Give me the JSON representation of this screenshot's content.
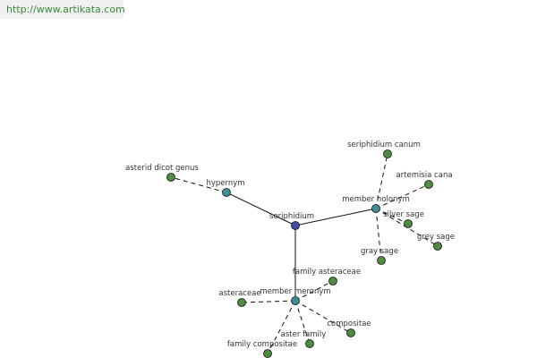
{
  "header": {
    "url": "http://www.artikata.com"
  },
  "colors": {
    "root": "#3c4fa0",
    "relation": "#3f8f96",
    "leaf": "#4f8c3f"
  },
  "graph": {
    "nodes": [
      {
        "id": "root",
        "label": "seriphidium",
        "kind": "root"
      },
      {
        "id": "hypernym",
        "label": "hypernym",
        "kind": "relation"
      },
      {
        "id": "holonym",
        "label": "member holonym",
        "kind": "relation"
      },
      {
        "id": "meronym",
        "label": "member meronym",
        "kind": "relation"
      },
      {
        "id": "asterid",
        "label": "asterid dicot genus",
        "kind": "leaf"
      },
      {
        "id": "canum",
        "label": "seriphidium canum",
        "kind": "leaf"
      },
      {
        "id": "cana",
        "label": "artemisia cana",
        "kind": "leaf"
      },
      {
        "id": "silver",
        "label": "silver sage",
        "kind": "leaf"
      },
      {
        "id": "grey",
        "label": "grey sage",
        "kind": "leaf"
      },
      {
        "id": "gray",
        "label": "gray sage",
        "kind": "leaf"
      },
      {
        "id": "famast",
        "label": "family asteraceae",
        "kind": "leaf"
      },
      {
        "id": "asteraceae",
        "label": "asteraceae",
        "kind": "leaf"
      },
      {
        "id": "compositae",
        "label": "compositae",
        "kind": "leaf"
      },
      {
        "id": "asterfam",
        "label": "aster family",
        "kind": "leaf"
      },
      {
        "id": "famcomp",
        "label": "family compositae",
        "kind": "leaf"
      }
    ],
    "edges": [
      {
        "from": "root",
        "to": "hypernym",
        "style": "solid"
      },
      {
        "from": "root",
        "to": "holonym",
        "style": "solid"
      },
      {
        "from": "root",
        "to": "meronym",
        "style": "solid"
      },
      {
        "from": "hypernym",
        "to": "asterid",
        "style": "dashed"
      },
      {
        "from": "holonym",
        "to": "canum",
        "style": "dashed"
      },
      {
        "from": "holonym",
        "to": "cana",
        "style": "dashed"
      },
      {
        "from": "holonym",
        "to": "silver",
        "style": "dashed"
      },
      {
        "from": "holonym",
        "to": "grey",
        "style": "dashed"
      },
      {
        "from": "holonym",
        "to": "gray",
        "style": "dashed"
      },
      {
        "from": "meronym",
        "to": "famast",
        "style": "dashed"
      },
      {
        "from": "meronym",
        "to": "asteraceae",
        "style": "dashed"
      },
      {
        "from": "meronym",
        "to": "compositae",
        "style": "dashed"
      },
      {
        "from": "meronym",
        "to": "asterfam",
        "style": "dashed"
      },
      {
        "from": "meronym",
        "to": "famcomp",
        "style": "dashed"
      }
    ]
  }
}
